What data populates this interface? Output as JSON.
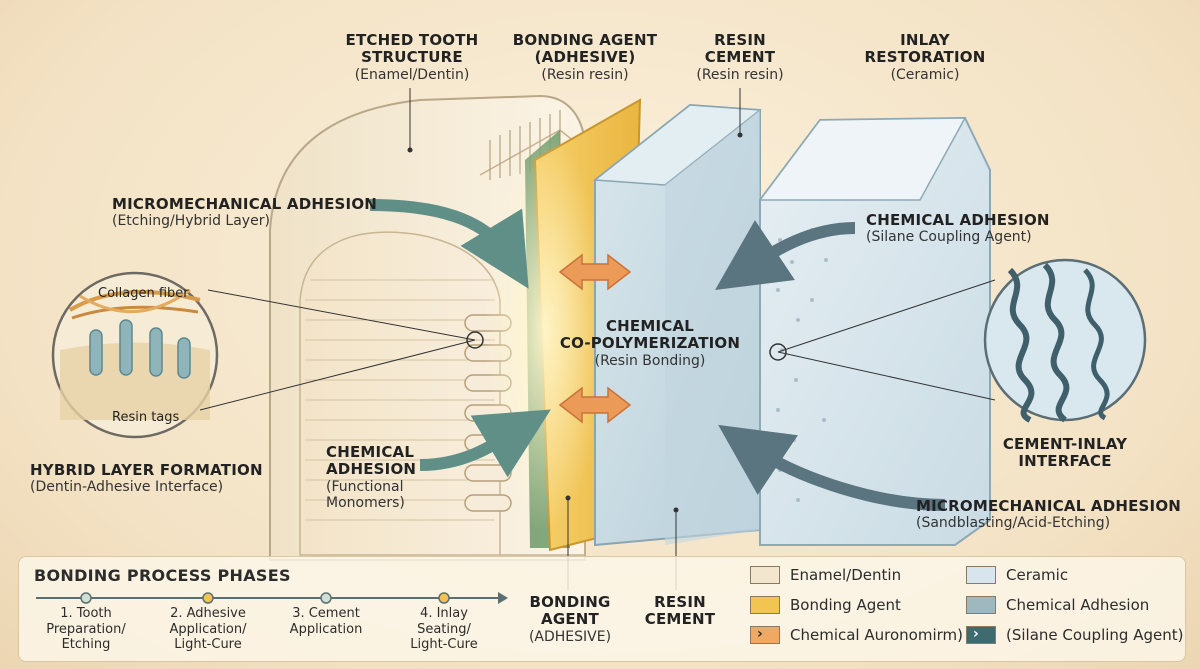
{
  "headers": {
    "etched": {
      "title": "ETCHED TOOTH\nSTRUCTURE",
      "sub": "(Enamel/Dentin)"
    },
    "bonding": {
      "title": "BONDING AGENT\n(ADHESIVE)",
      "sub": "(Resin resin)"
    },
    "cement": {
      "title": "RESIN\nCEMENT",
      "sub": "(Resin resin)"
    },
    "inlay": {
      "title": "INLAY\nRESTORATION",
      "sub": "(Ceramic)"
    }
  },
  "callouts": {
    "micromech_left": {
      "title": "MICROMECHANICAL ADHESION",
      "sub": "(Etching/Hybrid Layer)"
    },
    "chem_right": {
      "title": "CHEMICAL ADHESION",
      "sub": "(Silane Coupling Agent)"
    },
    "copoly": {
      "title": "CHEMICAL\nCO-POLYMERIZATION",
      "sub": "(Resin Bonding)"
    },
    "chem_left": {
      "title": "CHEMICAL\nADHESION",
      "sub": "(Functional\nMonomers)"
    },
    "hybrid": {
      "title": "HYBRID LAYER FORMATION",
      "sub": "(Dentin-Adhesive Interface)"
    },
    "cement_inlay": {
      "title": "CEMENT-INLAY\nINTERFACE"
    },
    "micromech_right": {
      "title": "MICROMECHANICAL ADHESION",
      "sub": "(Sandblasting/Acid-Etching)"
    }
  },
  "magnifier": {
    "collagen": "Collagen fiber",
    "tags": "Resin tags"
  },
  "bottom_labels": {
    "bonding": {
      "title": "BONDING\nAGENT",
      "sub": "(ADHESIVE)"
    },
    "cement": {
      "title": "RESIN\nCEMENT"
    }
  },
  "legend": {
    "title": "BONDING PROCESS PHASES",
    "phases": [
      {
        "label": "1. Tooth\nPreparation/\nEtching"
      },
      {
        "label": "2. Adhesive\nApplication/\nLight-Cure"
      },
      {
        "label": "3. Cement\nApplication"
      },
      {
        "label": "4. Inlay\nSeating/\nLight-Cure"
      }
    ],
    "swatches": [
      {
        "label": "Enamel/Dentin",
        "color": "#f3e6cf"
      },
      {
        "label": "Bonding Agent",
        "color": "#f2c451"
      },
      {
        "label": "Chemical Auronomirm)",
        "color": "#f0a865",
        "icon": "chevron-right-icon"
      },
      {
        "label": "Ceramic",
        "color": "#d7e6ee"
      },
      {
        "label": "Chemical Adhesion",
        "color": "#9fb8c0"
      },
      {
        "label": "(Silane Coupling Agent)",
        "color": "#3f6a70",
        "icon": "chevron-right-icon"
      }
    ]
  },
  "colors": {
    "enamel": "#f5ead6",
    "bonding": "#f2c451",
    "cement": "#c9dbe4",
    "inlay": "#dde8ee",
    "arrow_teal": "#5f8f86",
    "arrow_orange": "#eb9a58",
    "arrow_slate": "#5a7480"
  }
}
